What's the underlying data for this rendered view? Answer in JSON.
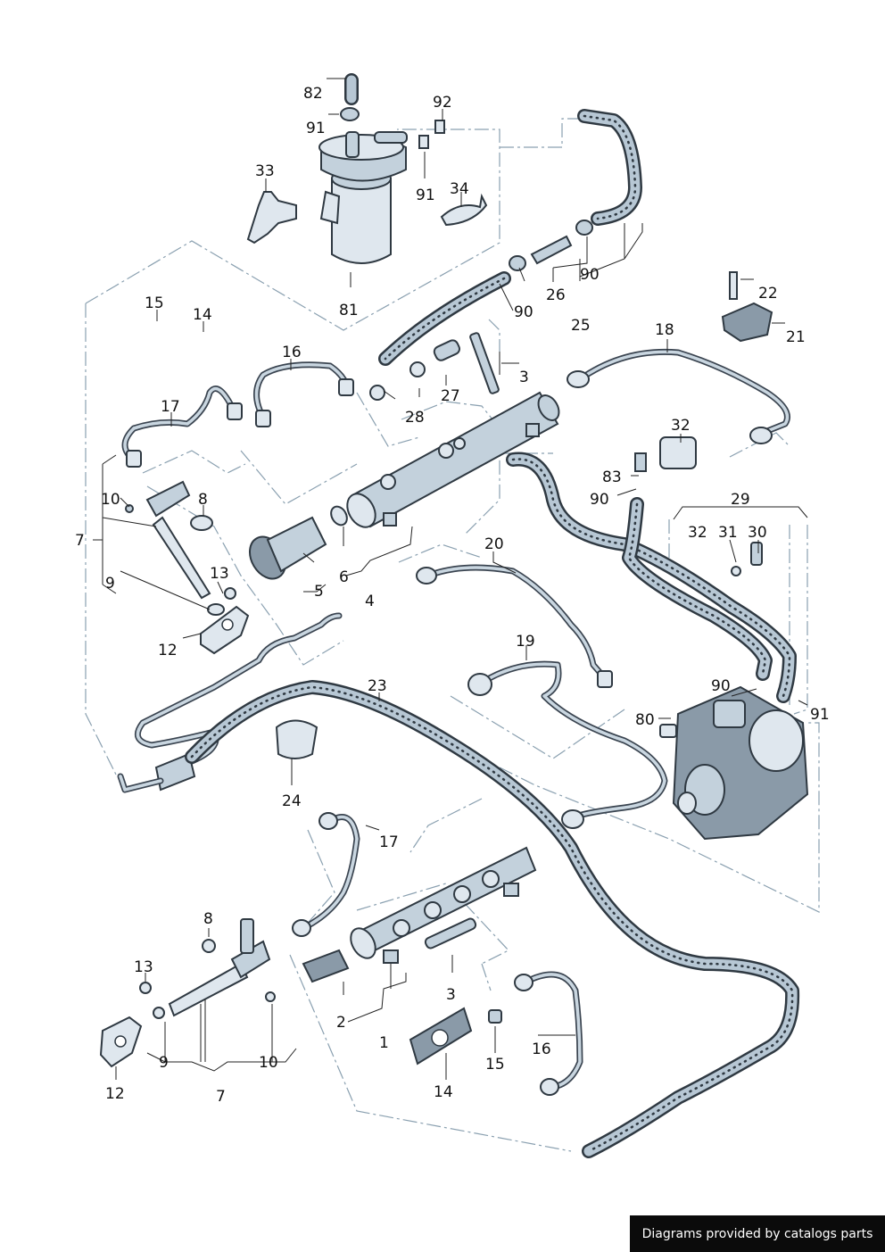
{
  "labels": {
    "l82": "82",
    "l91a": "91",
    "l92": "92",
    "l91b": "91",
    "l33": "33",
    "l34": "34",
    "l81": "81",
    "l15a": "15",
    "l14a": "14",
    "l16a": "16",
    "l17a": "17",
    "l10a": "10",
    "l8a": "8",
    "l7a": "7",
    "l9a": "9",
    "l13a": "13",
    "l12a": "12",
    "l5": "5",
    "l6": "6",
    "l4": "4",
    "l90a": "90",
    "l26": "26",
    "l90b": "90",
    "l25": "25",
    "l3a": "3",
    "l27": "27",
    "l28": "28",
    "l18": "18",
    "l22": "22",
    "l21": "21",
    "l32a": "32",
    "l83": "83",
    "l90c": "90",
    "l29": "29",
    "l32b": "32",
    "l31": "31",
    "l30": "30",
    "l20": "20",
    "l19": "19",
    "l23": "23",
    "l90d": "90",
    "l80": "80",
    "l91c": "91",
    "l24": "24",
    "l17b": "17",
    "l8b": "8",
    "l13b": "13",
    "l3b": "3",
    "l2": "2",
    "l1": "1",
    "l16b": "16",
    "l15b": "15",
    "l14b": "14",
    "l9b": "9",
    "l10b": "10",
    "l12b": "12",
    "l7b": "7"
  },
  "footer": {
    "text": "Diagrams provided by catalogs parts"
  }
}
